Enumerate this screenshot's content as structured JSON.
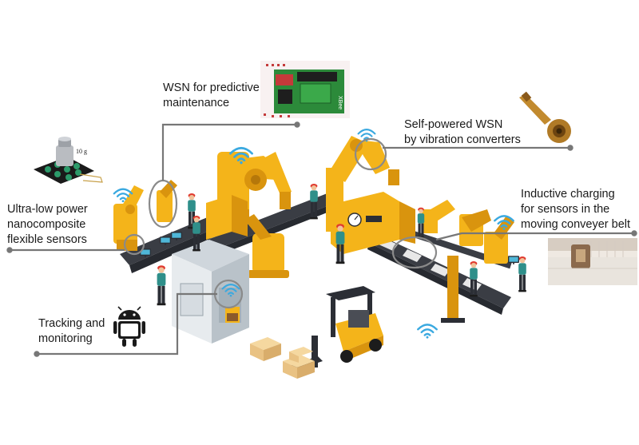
{
  "labels": {
    "wsn_predictive": {
      "line1": "WSN for predictive",
      "line2": "maintenance"
    },
    "self_powered": {
      "line1": "Self-powered WSN",
      "line2": "by vibration converters"
    },
    "ultra_low": {
      "line1": "Ultra-low power",
      "line2": "nanocomposite",
      "line3": "flexible sensors"
    },
    "inductive": {
      "line1": "Inductive charging",
      "line2": "for sensors in the",
      "line3": "moving conveyer belt"
    },
    "tracking": {
      "line1": "Tracking and",
      "line2": "monitoring"
    }
  },
  "images": {
    "weight_mark": "10 g",
    "board_mark": "XBee"
  },
  "icons": [
    "wifi-icon",
    "android-icon",
    "gear-icon"
  ],
  "colors": {
    "machine": "#f4b41a",
    "machine_dark": "#d9940e",
    "conveyor": "#3a3d44",
    "connector": "#777777",
    "highlight": "#8a8a8a",
    "wifi": "#3aa9e0",
    "worker_shirt": "#2f8f8a",
    "worker_hat": "#e03a2f",
    "pcb": "#2c8a3a"
  }
}
